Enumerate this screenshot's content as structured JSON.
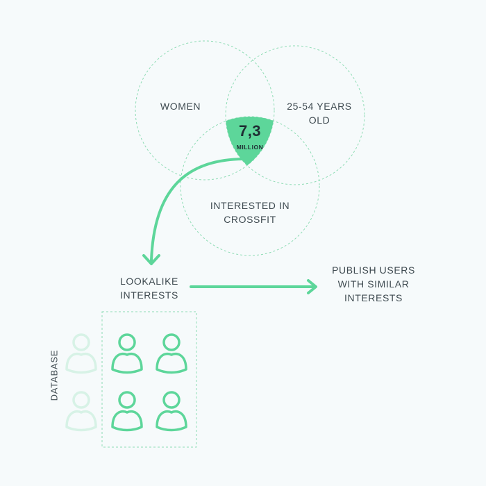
{
  "venn": {
    "sets": [
      {
        "label": "WOMEN"
      },
      {
        "label": "25-54 YEARS\nOLD"
      },
      {
        "label": "INTERESTED IN\nCROSSFIT"
      }
    ],
    "intersection": {
      "value": "7,3",
      "unit": "MILLION"
    }
  },
  "flow": {
    "lookalike_label": "LOOKALIKE\nINTERESTS",
    "publish_label": "PUBLISH USERS\nWITH SIMILAR\nINTERESTS"
  },
  "database": {
    "label": "DATABASE",
    "selected_count": 4,
    "faded_count": 2
  },
  "colors": {
    "accent": "#5dd69a",
    "accent_faded": "#d7f2e6",
    "circle_stroke": "#8fdcb5",
    "text": "#3e4a50",
    "background": "#f6fafb"
  },
  "icons": [
    "person-icon",
    "arrow-icon"
  ]
}
